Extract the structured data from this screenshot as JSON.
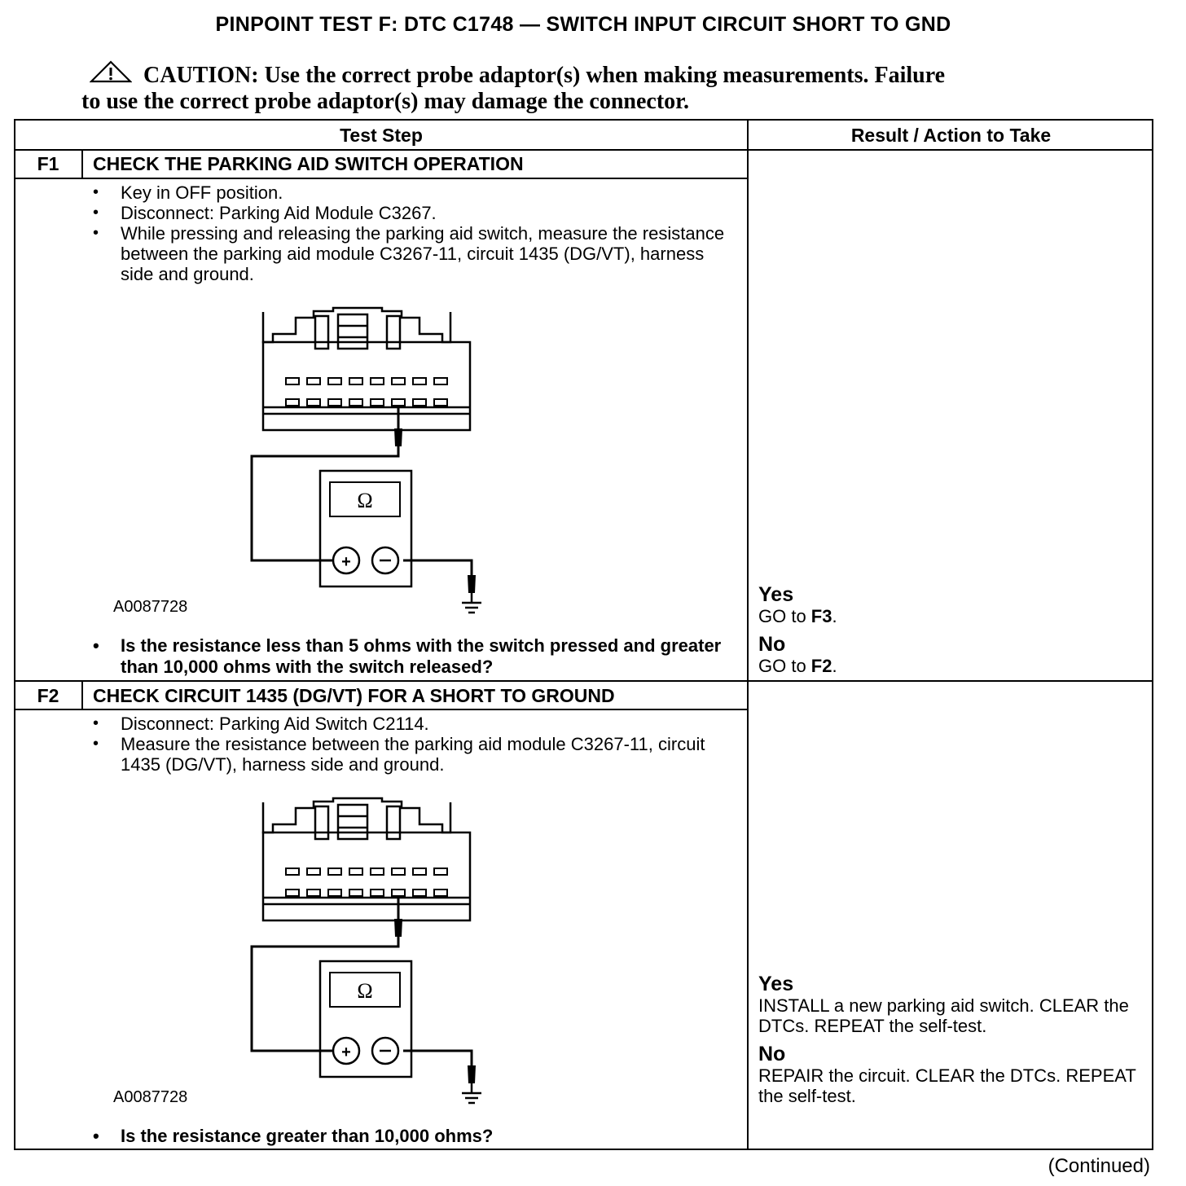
{
  "title": "PINPOINT TEST F: DTC C1748 — SWITCH INPUT CIRCUIT SHORT TO GND",
  "caution": {
    "label": "CAUTION:",
    "line1": "Use the correct probe adaptor(s) when making measurements. Failure",
    "line2": "to use the correct probe adaptor(s) may damage the connector."
  },
  "table": {
    "col_test_step": "Test Step",
    "col_result": "Result / Action to Take"
  },
  "steps": [
    {
      "id": "F1",
      "title": "CHECK THE PARKING AID SWITCH OPERATION",
      "bullets": [
        "Key in OFF position.",
        "Disconnect: Parking Aid Module C3267.",
        "While pressing and releasing the parking aid switch, measure the resistance between the parking aid module C3267-11, circuit 1435 (DG/VT), harness side and ground."
      ],
      "figure_id": "A0087728",
      "meter_symbol": "Ω",
      "question": "Is the resistance less than 5 ohms with the switch pressed and greater than 10,000 ohms with the switch released?",
      "yes_label": "Yes",
      "yes_text": "GO to ",
      "yes_target": "F3",
      "no_label": "No",
      "no_text": "GO to ",
      "no_target": "F2"
    },
    {
      "id": "F2",
      "title": "CHECK CIRCUIT 1435 (DG/VT) FOR A SHORT TO GROUND",
      "bullets": [
        "Disconnect: Parking Aid Switch C2114.",
        "Measure the resistance between the parking aid module C3267-11, circuit 1435 (DG/VT), harness side and ground."
      ],
      "figure_id": "A0087728",
      "meter_symbol": "Ω",
      "question": "Is the resistance greater than 10,000 ohms?",
      "yes_label": "Yes",
      "yes_text": "INSTALL a new parking aid switch. CLEAR the DTCs. REPEAT the self-test.",
      "no_label": "No",
      "no_text": "REPAIR the circuit. CLEAR the DTCs. REPEAT the self-test."
    }
  ],
  "continued": "(Continued)"
}
